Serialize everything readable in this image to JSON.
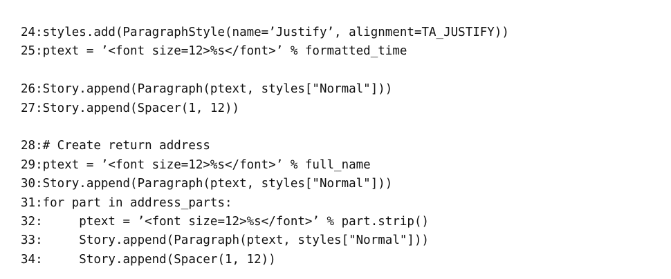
{
  "code_lines": [
    {
      "text": "24:styles.add(ParagraphStyle(name=’Justify’, alignment=TA_JUSTIFY))"
    },
    {
      "text": "25:ptext = ’<font size=12>%s</font>’ % formatted_time"
    },
    {
      "text": ""
    },
    {
      "text": "26:Story.append(Paragraph(ptext, styles[\"Normal\"]))"
    },
    {
      "text": "27:Story.append(Spacer(1, 12))"
    },
    {
      "text": ""
    },
    {
      "text": "28:# Create return address"
    },
    {
      "text": "29:ptext = ’<font size=12>%s</font>’ % full_name"
    },
    {
      "text": "30:Story.append(Paragraph(ptext, styles[\"Normal\"]))"
    },
    {
      "text": "31:for part in address_parts:"
    },
    {
      "text": "32:     ptext = ’<font size=12>%s</font>’ % part.strip()"
    },
    {
      "text": "33:     Story.append(Paragraph(ptext, styles[\"Normal\"]))"
    },
    {
      "text": "34:     Story.append(Spacer(1, 12))"
    }
  ]
}
